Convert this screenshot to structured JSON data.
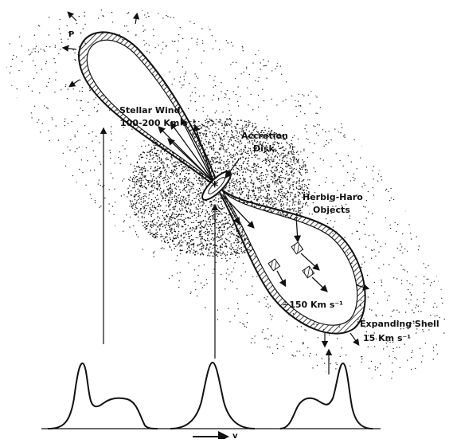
{
  "labels": {
    "stellar_wind": "Stellar Wind",
    "stellar_wind_speed": "100-200 Km s⁻¹",
    "accretion_disk_line1": "Accretion",
    "accretion_disk_line2": "Disk",
    "herbig_haro_line1": "Herbig-Haro",
    "herbig_haro_line2": "Objects",
    "jet_speed": "~150 Km s⁻¹",
    "expanding_shell": "Expanding Shell",
    "shell_speed": "15 Km s⁻¹",
    "velocity_axis": "v",
    "position_angle": "P"
  },
  "icons": {
    "star": "asterisk-star-icon",
    "outflow_arrow": "outward-arrow-icon"
  },
  "colors": {
    "ink": "#111111",
    "background": "#ffffff"
  }
}
